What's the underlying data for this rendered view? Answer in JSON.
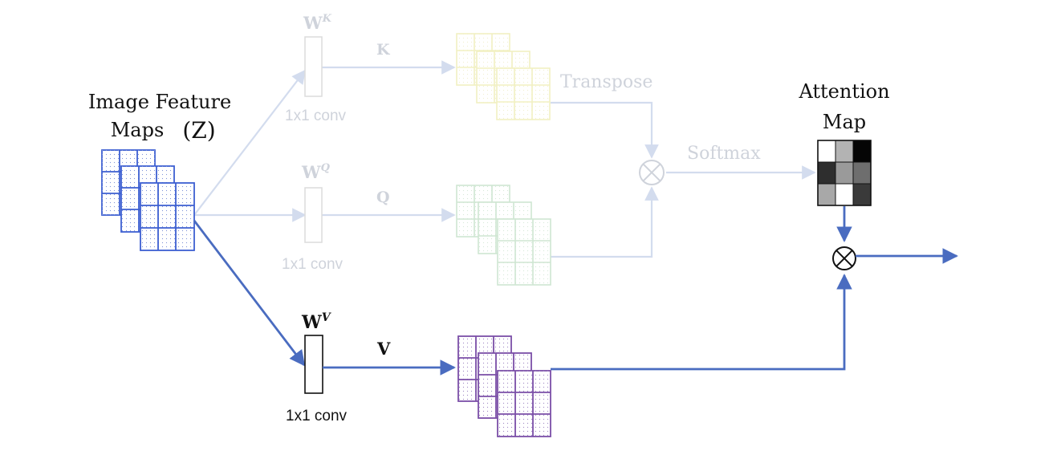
{
  "input": {
    "title_line1": "Image Feature",
    "title_line2": "Maps",
    "symbol": "(Z)"
  },
  "branches": {
    "key": {
      "weight_base": "W",
      "weight_sup": "K",
      "conv": "1x1 conv",
      "output": "K"
    },
    "query": {
      "weight_base": "W",
      "weight_sup": "Q",
      "conv": "1x1 conv",
      "output": "Q"
    },
    "value": {
      "weight_base": "W",
      "weight_sup": "V",
      "conv": "1x1 conv",
      "output": "V"
    }
  },
  "ops": {
    "transpose": "Transpose",
    "softmax": "Softmax",
    "multiply_symbol": "⊗"
  },
  "attention": {
    "title_line1": "Attention",
    "title_line2": "Map",
    "grid": [
      [
        "#ffffff",
        "#b3b3b3",
        "#050505"
      ],
      [
        "#2e2e2e",
        "#9a9a9a",
        "#6e6e6e"
      ],
      [
        "#a8a8a8",
        "#ffffff",
        "#3a3a3a"
      ]
    ]
  },
  "colors": {
    "input_blue": "#3c5fd1",
    "arrow_blue": "#4a6cc0",
    "faded_arrow": "#d3dcee",
    "key_yellow": "#f2f0c2",
    "query_green": "#cfe6d2",
    "value_purple": "#7b4fa8",
    "faded_box": "#dcdcdc"
  }
}
